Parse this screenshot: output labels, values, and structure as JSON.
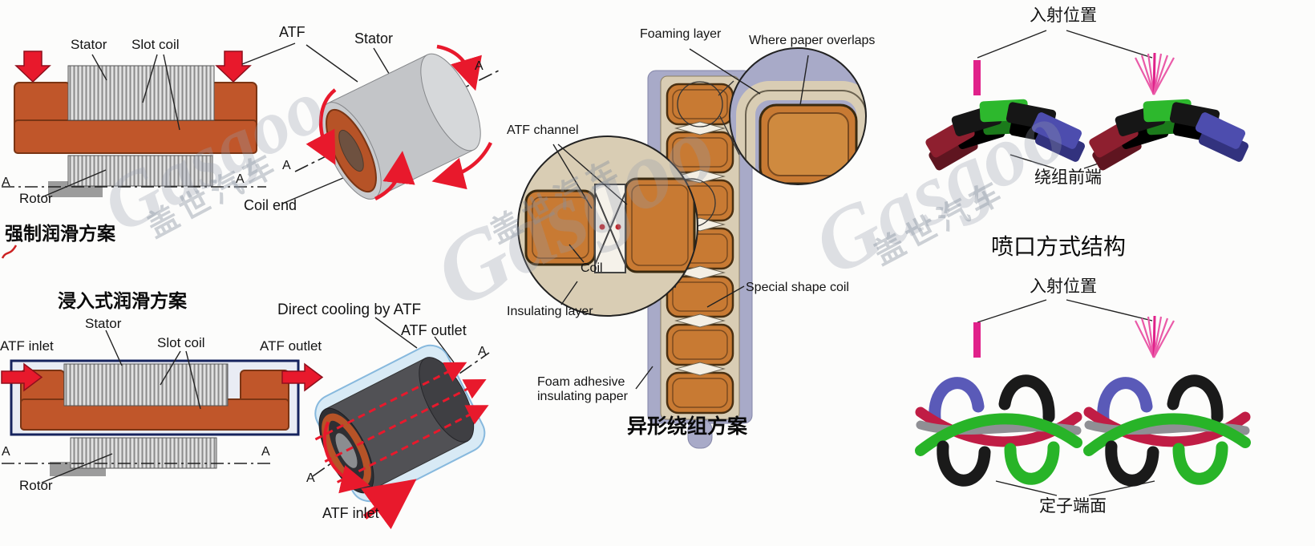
{
  "watermark": {
    "brand": "Gasgoo",
    "brand_cn": "盖世汽车"
  },
  "forced_panel": {
    "title": "强制润滑方案",
    "stator": "Stator",
    "slot_coil": "Slot coil",
    "rotor": "Rotor",
    "atf": "ATF",
    "stator_3d": "Stator",
    "coil_end": "Coil end",
    "section_a": "A"
  },
  "immersion_panel": {
    "title": "浸入式润滑方案",
    "stator": "Stator",
    "slot_coil": "Slot coil",
    "rotor": "Rotor",
    "atf_inlet": "ATF inlet",
    "atf_outlet": "ATF outlet",
    "direct_cooling": "Direct cooling by ATF",
    "atf_outlet_cyl": "ATF outlet",
    "atf_inlet_cyl": "ATF inlet",
    "section_a": "A"
  },
  "winding_panel": {
    "title": "异形绕组方案",
    "foaming_layer": "Foaming layer",
    "where_paper_overlaps": "Where paper overlaps",
    "atf_channel": "ATF channel",
    "coil": "Coil",
    "insulating_layer": "Insulating layer",
    "special_shape_coil": "Special shape coil",
    "foam_adhesive_line1": "Foam adhesive",
    "foam_adhesive_line2": "insulating paper"
  },
  "nozzle_panel": {
    "title": "喷口方式结构",
    "injection_position": "入射位置",
    "winding_front_end": "绕组前端",
    "stator_end_face": "定子端面"
  }
}
